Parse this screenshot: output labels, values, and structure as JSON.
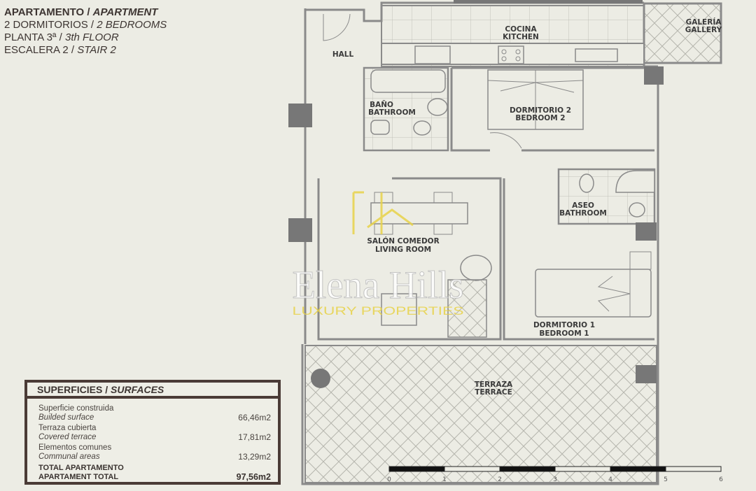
{
  "header": {
    "line1_es": "APARTAMENTO /",
    "line1_en": "APARTMENT",
    "line2_es": "2 DORMITORIOS /",
    "line2_en": "2 BEDROOMS",
    "line3_es": "PLANTA 3ª /",
    "line3_en": "3th FLOOR",
    "line4_es": "ESCALERA 2 /",
    "line4_en": "STAIR 2"
  },
  "rooms": {
    "hall": "HALL",
    "kitchen_es": "COCINA",
    "kitchen_en": "KITCHEN",
    "gallery_es": "GALERÍA",
    "gallery_en": "GALLERY",
    "bath_es": "BAÑO",
    "bath_en": "BATHROOM",
    "bed2_es": "DORMITORIO 2",
    "bed2_en": "BEDROOM 2",
    "aseo_es": "ASEO",
    "aseo_en": "BATHROOM",
    "living_es": "SALÓN COMEDOR",
    "living_en": "LIVING ROOM",
    "bed1_es": "DORMITORIO 1",
    "bed1_en": "BEDROOM 1",
    "terrace_es": "TERRAZA",
    "terrace_en": "TERRACE"
  },
  "watermark": {
    "name": "Elena Hills",
    "tagline": "LUXURY PROPERTIES"
  },
  "surfaces": {
    "title_es": "SUPERFICIES /",
    "title_en": "SURFACES",
    "rows": [
      {
        "es": "Superficie construida",
        "en": "Builded surface",
        "value": "66,46m2"
      },
      {
        "es": "Terraza cubierta",
        "en": "Covered terrace",
        "value": "17,81m2"
      },
      {
        "es": "Elementos comunes",
        "en": "Communal areas",
        "value": "13,29m2"
      }
    ],
    "total_es": "TOTAL APARTAMENTO",
    "total_en": "APARTAMENT TOTAL",
    "total_value": "97,56m2"
  },
  "scale": {
    "ticks": [
      "0",
      "1",
      "2",
      "3",
      "4",
      "5",
      "6"
    ]
  },
  "colors": {
    "wall": "#8a8a8a",
    "column": "#777777",
    "frame": "#4a3b36",
    "gold": "#e8d34a"
  }
}
